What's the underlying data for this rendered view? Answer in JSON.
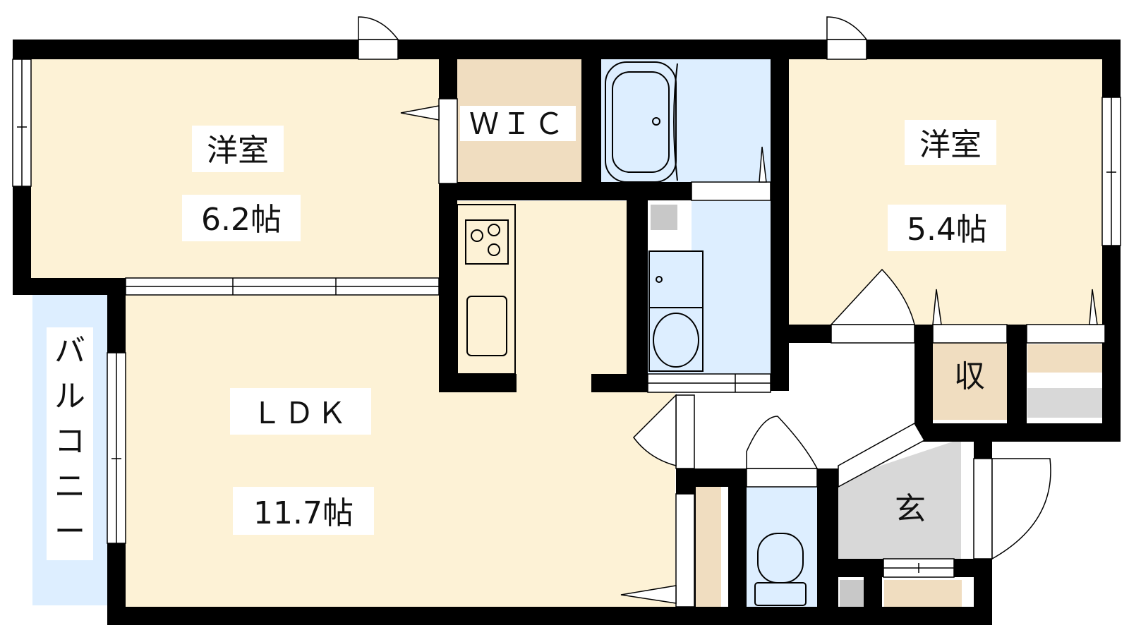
{
  "floorplan": {
    "colors": {
      "wall": "#000000",
      "room_floor": "#fdf2d6",
      "storage": "#f0ddc0",
      "wet_area": "#ddeeff",
      "entrance": "#d8d8d8",
      "background": "#ffffff"
    },
    "rooms": {
      "western_room_1": {
        "name": "洋室",
        "size": "6.2帖"
      },
      "western_room_2": {
        "name": "洋室",
        "size": "5.4帖"
      },
      "walk_in_closet": {
        "name": "ＷＩＣ"
      },
      "ldk": {
        "name": "ＬＤＫ",
        "size": "11.7帖"
      },
      "balcony": {
        "name": [
          "バ",
          "ル",
          "コ",
          "ニ",
          "ー"
        ]
      },
      "storage": {
        "name": "収"
      },
      "entrance": {
        "name": "玄"
      }
    }
  }
}
